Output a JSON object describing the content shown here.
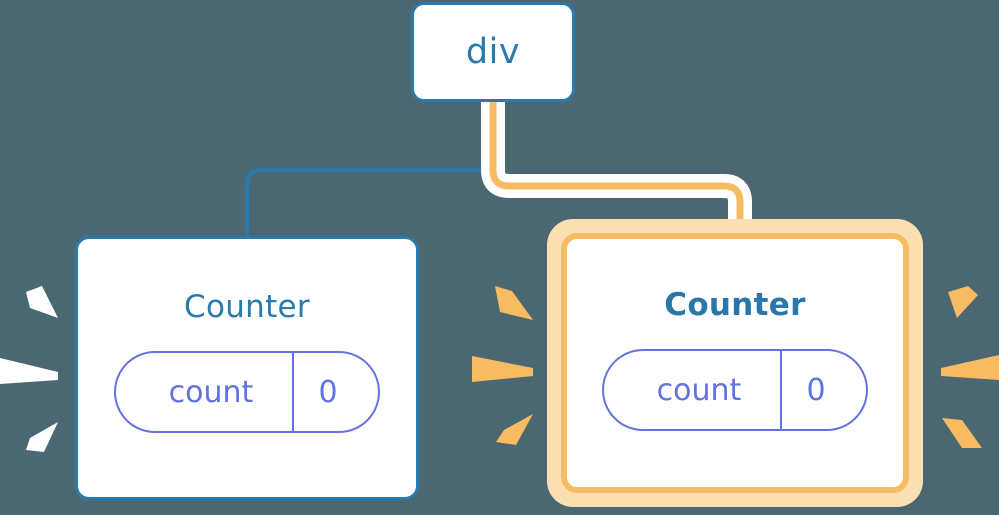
{
  "diagram": {
    "background_color": "#4b6771",
    "blue": "#2b7aad",
    "amber": "#f7bc62",
    "amber_light": "#fadfb2",
    "indigo": "#6272e0",
    "white": "#ffffff"
  },
  "nodes": {
    "root": {
      "label": "div",
      "name": "div-node"
    },
    "counter_left": {
      "title": "Counter",
      "state_key": "count",
      "state_value": "0",
      "highlighted": "false"
    },
    "counter_right": {
      "title": "Counter",
      "state_key": "count",
      "state_value": "0",
      "highlighted": "true"
    }
  },
  "edges": [
    {
      "name": "edge-div-to-counter-left",
      "color": "#2b7aad",
      "style": "thin"
    },
    {
      "name": "edge-div-to-counter-right",
      "color": "#f7bc62",
      "style": "thick-highlighted"
    }
  ],
  "bursts": [
    {
      "name": "burst-left-outer",
      "color": "#ffffff",
      "direction": "left",
      "rays": "3"
    },
    {
      "name": "burst-middle",
      "color": "#f7bc62",
      "direction": "right",
      "rays": "3"
    },
    {
      "name": "burst-right-outer",
      "color": "#f7bc62",
      "direction": "right",
      "rays": "3"
    }
  ]
}
